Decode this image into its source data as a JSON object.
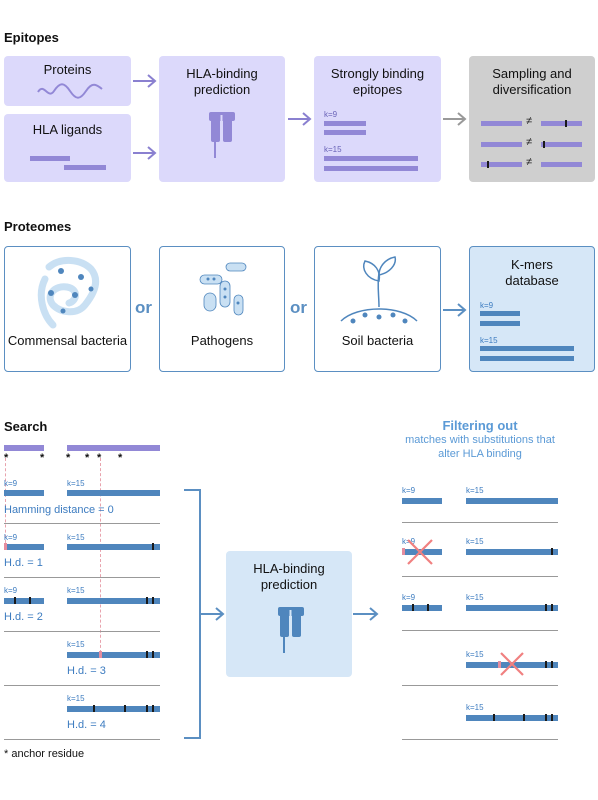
{
  "sections": {
    "epitopes": "Epitopes",
    "proteomes": "Proteomes",
    "search": "Search"
  },
  "epitopes": {
    "proteins": "Proteins",
    "hla_ligands": "HLA ligands",
    "hla_binding": "HLA-binding prediction",
    "strongly_binding": "Strongly binding epitopes",
    "sampling": "Sampling and diversification",
    "k9": "k=9",
    "k15": "k=15",
    "neq": "≠"
  },
  "proteomes": {
    "commensal": "Commensal bacteria",
    "pathogens": "Pathogens",
    "soil": "Soil bacteria",
    "or": "or",
    "kmers_db": "K-mers database",
    "k9": "k=9",
    "k15": "k=15"
  },
  "search": {
    "star": "*",
    "k9": "k=9",
    "k15": "k=15",
    "hamming0": "Hamming distance = 0",
    "hd1": "H.d. = 1",
    "hd2": "H.d. = 2",
    "hd3": "H.d. = 3",
    "hd4": "H.d. = 4",
    "hla_binding": "HLA-binding prediction",
    "filter_title": "Filtering out",
    "filter_sub": "matches with substitutions that alter HLA binding",
    "anchor": "* anchor residue"
  },
  "colors": {
    "purple": "#9288d6",
    "blue": "#4f86bd",
    "pink": "#e58d9f",
    "cross": "#f08080"
  }
}
